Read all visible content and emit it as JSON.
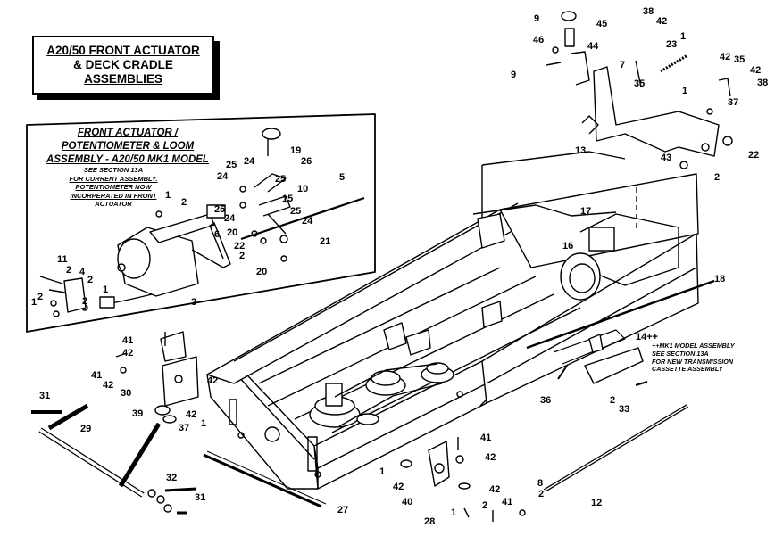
{
  "title": {
    "line1": "A20/50 FRONT ACTUATOR",
    "line2": "& DECK CRADLE",
    "line3": "ASSEMBLIES"
  },
  "inset": {
    "title1": "FRONT ACTUATOR /",
    "title2": "POTENTIOMETER & LOOM",
    "title3": "ASSEMBLY - A20/50 MK1 MODEL",
    "note1": "SEE SECTION 13A",
    "note2": "FOR CURRENT ASSEMBLY.",
    "note3": "POTENTIOMETER NOW",
    "note4": "INCORPERATED IN FRONT",
    "note5": "ACTUATOR"
  },
  "mk1_note": {
    "line1": "++MK1 MODEL ASSEMBLY",
    "line2": "SEE SECTION 13A",
    "line3": "FOR NEW TRANSMISSION",
    "line4": "CASSETTE ASSEMBLY"
  },
  "part_numbers": {
    "p1": "1",
    "p2": "2",
    "p3": "3",
    "p4": "4",
    "p5": "5",
    "p6": "6",
    "p7": "7",
    "p8": "8",
    "p9": "9",
    "p10": "10",
    "p11": "11",
    "p12": "12",
    "p13": "13",
    "p14": "14++",
    "p15": "15",
    "p16": "16",
    "p17": "17",
    "p18": "18",
    "p19": "19",
    "p20": "20",
    "p21": "21",
    "p22": "22",
    "p23": "23",
    "p24": "24",
    "p25": "25",
    "p26": "26",
    "p27": "27",
    "p28": "28",
    "p29": "29",
    "p30": "30",
    "p31": "31",
    "p32": "32",
    "p33": "33",
    "p35": "35",
    "p36": "36",
    "p37": "37",
    "p38": "38",
    "p39": "39",
    "p40": "40",
    "p41": "41",
    "p42": "42",
    "p43": "43",
    "p44": "44",
    "p45": "45",
    "p46": "46"
  }
}
